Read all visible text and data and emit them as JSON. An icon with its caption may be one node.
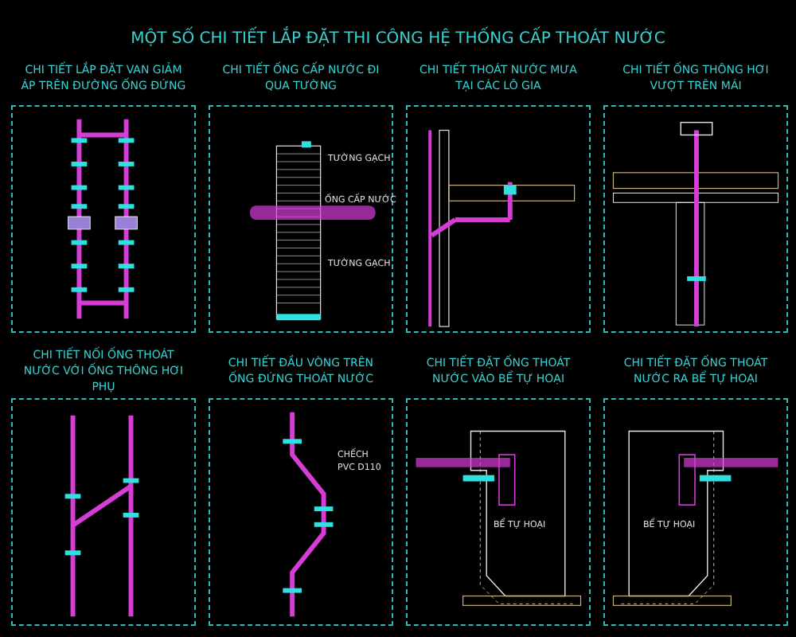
{
  "diagram": {
    "title": "MỘT SỐ CHI TIẾT LẮP ĐẶT THI CÔNG HỆ THỐNG CẤP THOÁT NƯỚC",
    "nodes": [
      {
        "text": [
          "CHI TIẾT LẮP ĐẶT VAN GIẢM ÁP TRÊN ĐƯỜNG ỐNG ĐỨNG"
        ]
      },
      {
        "text": [
          "CHI TIẾT ỐNG CẤP NƯỚC ĐI QUA TƯỜNG"
        ]
      },
      {
        "text": [
          "CHI TIẾT THOÁT NƯỚC MƯA TẠI CÁC LÔ GIA"
        ]
      },
      {
        "text": [
          "CHI TIẾT ỐNG THÔNG HƠI VƯỢT TRÊN MÁI"
        ]
      },
      {
        "text": [
          "CHI TIẾT NỐI ỐNG THOÁT NƯỚC VỚI ỐNG THÔNG HƠI PHỤ"
        ]
      },
      {
        "text": [
          "CHI TIẾT ĐẦU VÒNG TRÊN ỐNG ĐỨNG THOÁT NƯỚC"
        ]
      },
      {
        "text": [
          "CHI TIẾT ĐẶT ỐNG THOÁT NƯỚC VÀO BỂ TỰ HOẠI"
        ]
      },
      {
        "text": [
          "CHI TIẾT ĐẶT ỐNG THOÁT NƯỚC RA BỂ TỰ HOẠI"
        ]
      }
    ],
    "labels": [
      "TƯỜNG GẠCH",
      "ỐNG CẤP NƯỚC",
      "TƯỜNG GẠCH",
      "CHẾCH",
      "PVC D110",
      "BỂ TỰ HOẠI",
      "BỂ TỰ HOẠI"
    ]
  }
}
